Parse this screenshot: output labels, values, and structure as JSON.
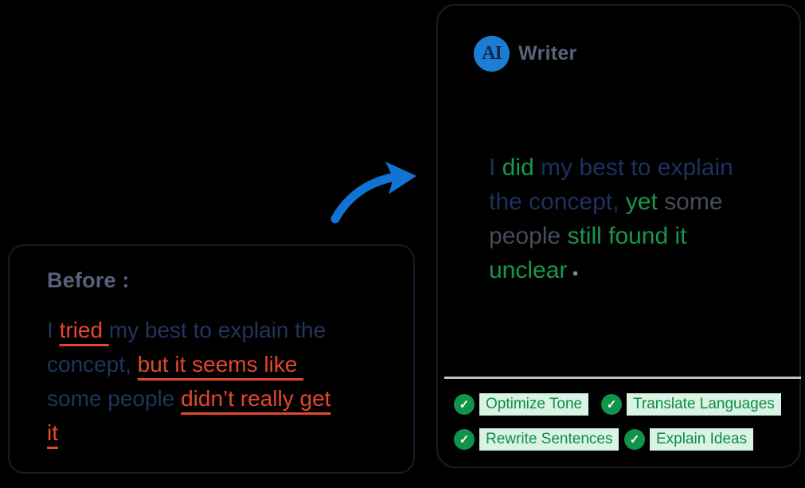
{
  "colors": {
    "background": "#000000",
    "card_border": "#151c2c",
    "navy_before": "#22345c",
    "navy_after": "#1c3160",
    "accent_orange": "#e2492a",
    "green": "#17984b",
    "gray": "#454c5b",
    "slate_title": "#57617a",
    "brand_gray": "#5a6478",
    "logo_blue": "#1b7dd4",
    "arrow_blue": "#1173d4",
    "divider": "#bfc2c6",
    "chip_bg": "#d9f3e5",
    "chip_text": "#0e8c44",
    "chip_circle": "#12924a"
  },
  "before_card": {
    "title": "Before :",
    "lines": [
      [
        {
          "t": "I ",
          "s": "navy"
        },
        {
          "t": "tried ",
          "s": "accent"
        },
        {
          "t": "my best to explain the",
          "s": "navy"
        }
      ],
      [
        {
          "t": "concept, ",
          "s": "navy"
        },
        {
          "t": "but it seems like ",
          "s": "accent"
        }
      ],
      [
        {
          "t": "some people ",
          "s": "navy"
        },
        {
          "t": "didn’t really get",
          "s": "accent"
        }
      ],
      [
        {
          "t": "it",
          "s": "accent"
        }
      ]
    ]
  },
  "after_card": {
    "logo_text": "AI",
    "brand": "Writer",
    "lines": [
      [
        {
          "t": "I ",
          "s": "navy"
        },
        {
          "t": "did",
          "s": "green"
        },
        {
          "t": " my best to explain",
          "s": "navy"
        }
      ],
      [
        {
          "t": "the concept, ",
          "s": "navy"
        },
        {
          "t": "yet",
          "s": "green"
        },
        {
          "t": " some",
          "s": "gray"
        }
      ],
      [
        {
          "t": "people ",
          "s": "gray"
        },
        {
          "t": "still found it",
          "s": "green"
        }
      ],
      [
        {
          "t": "unclear",
          "s": "green"
        },
        {
          "t": "",
          "s": "caret"
        }
      ]
    ],
    "check_glyph": "✓",
    "features": [
      {
        "label": "Optimize Tone"
      },
      {
        "label": "Translate Languages"
      },
      {
        "label": "Rewrite Sentences"
      },
      {
        "label": "Explain Ideas"
      }
    ]
  }
}
